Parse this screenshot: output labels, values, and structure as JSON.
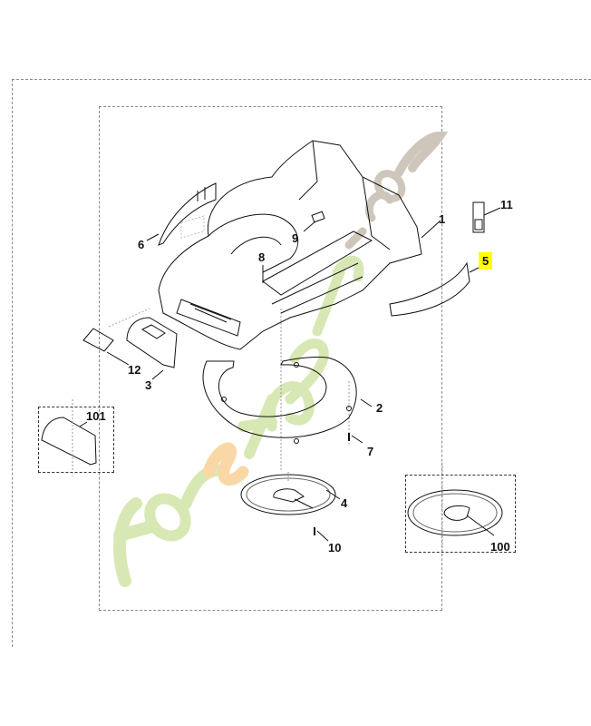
{
  "diagram": {
    "type": "exploded parts diagram",
    "subject": "lawn mower deck / housing",
    "watermark": {
      "text": "foretjardin.com",
      "colors": {
        "green": "#d8e8b4",
        "orange": "#fad7a6",
        "taupe": "#cfc6bb"
      }
    },
    "highlight_color": "#ffff00",
    "callouts": [
      {
        "id": "1",
        "label": "1",
        "part": "main deck housing"
      },
      {
        "id": "2",
        "label": "2",
        "part": "blade guard plate (horseshoe)"
      },
      {
        "id": "3",
        "label": "3",
        "part": "front cover"
      },
      {
        "id": "4",
        "label": "4",
        "part": "round base plate"
      },
      {
        "id": "5",
        "label": "5",
        "part": "side trim strip",
        "highlighted": true
      },
      {
        "id": "6",
        "label": "6",
        "part": "left side trim"
      },
      {
        "id": "7",
        "label": "7",
        "part": "screw"
      },
      {
        "id": "8",
        "label": "8",
        "part": "inner deflector"
      },
      {
        "id": "9",
        "label": "9",
        "part": "small clip"
      },
      {
        "id": "10",
        "label": "10",
        "part": "screw"
      },
      {
        "id": "11",
        "label": "11",
        "part": "label / decal"
      },
      {
        "id": "12",
        "label": "12",
        "part": "plate / decal"
      },
      {
        "id": "100",
        "label": "100",
        "part": "round base plate kit",
        "boxed": true
      },
      {
        "id": "101",
        "label": "101",
        "part": "front cover kit",
        "boxed": true
      }
    ]
  }
}
